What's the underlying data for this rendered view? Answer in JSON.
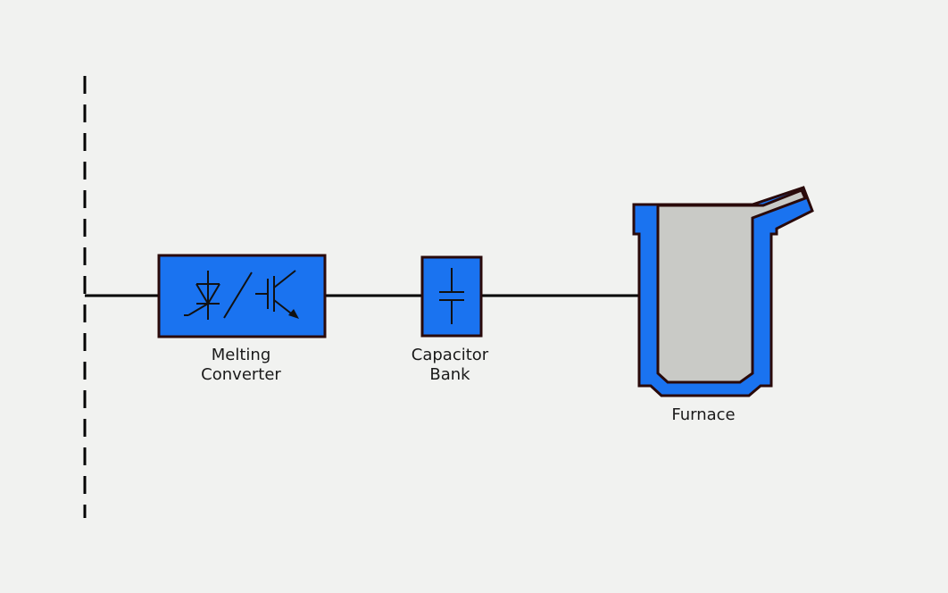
{
  "diagram": {
    "colors": {
      "background": "#f1f2f0",
      "block_fill": "#1a73f0",
      "block_stroke": "#2a0a0a",
      "line": "#000000",
      "melt": "#c9cac6"
    },
    "nodes": {
      "melting_converter": {
        "line1": "Melting",
        "line2": "Converter",
        "icon": "thyristor-igbt-icon"
      },
      "capacitor_bank": {
        "line1": "Capacitor",
        "line2": "Bank",
        "icon": "capacitor-icon"
      },
      "furnace": {
        "label": "Furnace",
        "icon": "induction-furnace-icon"
      }
    },
    "connections": [
      [
        "supply_bus",
        "melting_converter"
      ],
      [
        "melting_converter",
        "capacitor_bank"
      ],
      [
        "capacitor_bank",
        "furnace"
      ]
    ]
  }
}
